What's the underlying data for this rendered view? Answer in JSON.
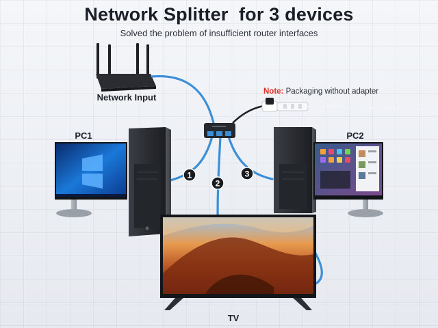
{
  "header": {
    "title": "Network Splitter  for 3 devices",
    "subtitle": "Solved the problem of insufficient router interfaces"
  },
  "labels": {
    "network_input": "Network Input",
    "pc1": "PC1",
    "pc2": "PC2",
    "tv": "TV"
  },
  "note": {
    "prefix": "Note:",
    "text": " Packaging without adapter"
  },
  "ports": [
    "1",
    "2",
    "3"
  ],
  "colors": {
    "cable": "#3a8fd8",
    "note_accent": "#e0301e",
    "device_dark": "#2b2e33"
  }
}
